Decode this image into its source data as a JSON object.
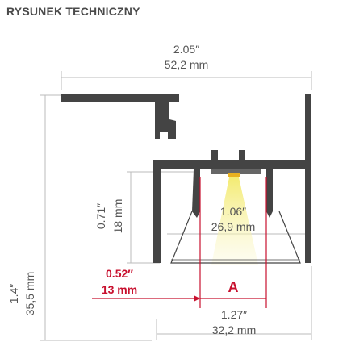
{
  "header": {
    "title": "RYSUNEK TECHNICZNY"
  },
  "dimensions": {
    "total_width_in": "2.05″",
    "total_width_mm": "52,2 mm",
    "inner_depth_in": "0.71″",
    "inner_depth_mm": "18 mm",
    "total_height_in": "1.4″",
    "total_height_mm": "35,5 mm",
    "cover_width_in": "1.06″",
    "cover_width_mm": "26,9 mm",
    "offset_in": "0.52″",
    "offset_mm": "13 mm",
    "slot_label": "A",
    "body_width_in": "1.27″",
    "body_width_mm": "32,2 mm"
  },
  "colors": {
    "profile": "#444444",
    "dimension_line": "#bbbbbb",
    "accent": "#c8102e",
    "light": "#f6f09a",
    "led": "#e8b020"
  }
}
